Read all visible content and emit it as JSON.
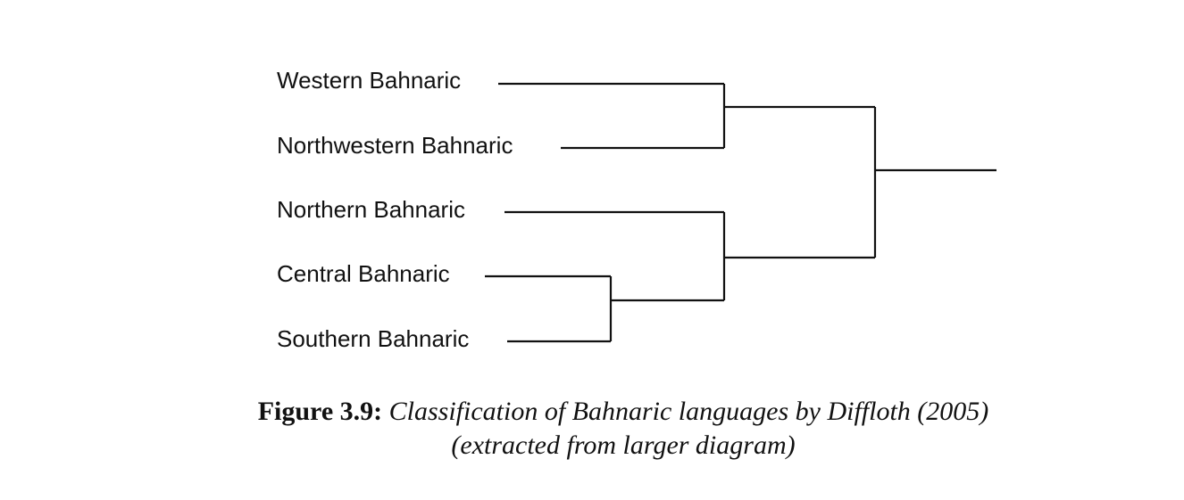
{
  "tree": {
    "leaves": [
      "Western Bahnaric",
      "Northwestern Bahnaric",
      "Northern Bahnaric",
      "Central Bahnaric",
      "Southern Bahnaric"
    ]
  },
  "caption": {
    "label": "Figure 3.9:",
    "line1": "Classification of Bahnaric languages by Diffloth (2005)",
    "line2": "(extracted from larger diagram)"
  }
}
